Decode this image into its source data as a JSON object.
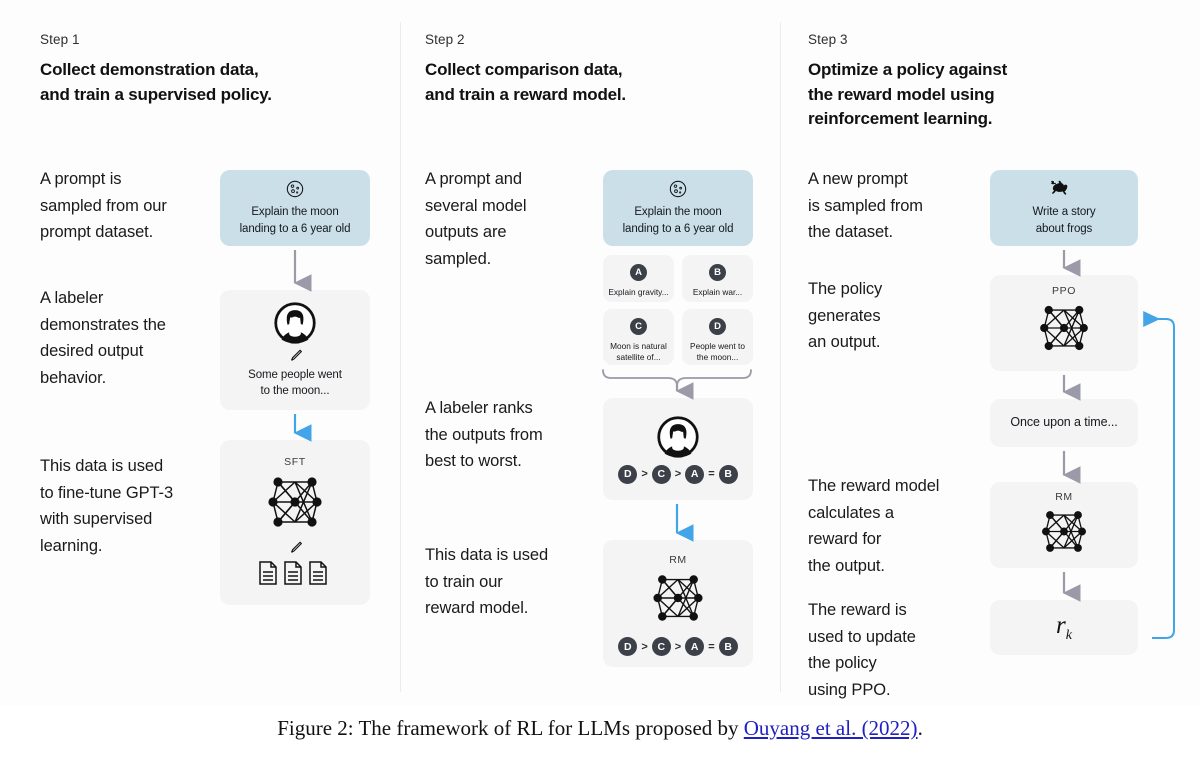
{
  "figure": {
    "caption_prefix": "Figure 2: The framework of RL for LLMs proposed by ",
    "caption_link": "Ouyang et al. (2022)",
    "caption_suffix": "."
  },
  "colors": {
    "prompt_box": "#cbdfe9",
    "node_box": "#f4f4f4",
    "gray_arrow": "#9a9aa8",
    "blue_arrow": "#42a5e8",
    "badge": "#3c4049",
    "link": "#2020c0"
  },
  "columns": [
    {
      "step_label": "Step 1",
      "title": "Collect demonstration data,\nand train a supervised policy.",
      "descriptions": [
        "A prompt is\nsampled from our\nprompt dataset.",
        "A labeler\ndemonstrates the\ndesired output\nbehavior.",
        "This data is used\nto fine-tune GPT-3\nwith supervised\nlearning."
      ],
      "nodes": [
        {
          "name": "prompt",
          "icon": "moon-icon",
          "caption": "Explain the moon\nlanding to a 6 year old"
        },
        {
          "name": "labeler-output",
          "icon": "person-icon",
          "sub_icon": "pencil-icon",
          "caption": "Some people went\nto the moon..."
        },
        {
          "name": "sft-model",
          "icon": "neural-net-icon",
          "label": "SFT",
          "sub_icon": "pencil-icon",
          "extra_icon": "documents-icon"
        }
      ]
    },
    {
      "step_label": "Step 2",
      "title": "Collect comparison data,\nand train a reward model.",
      "descriptions": [
        "A prompt and\nseveral model\noutputs are\nsampled.",
        "A labeler ranks\nthe outputs from\nbest to worst.",
        "This data is used\nto train our\nreward model."
      ],
      "nodes": [
        {
          "name": "prompt",
          "icon": "moon-icon",
          "caption": "Explain the moon\nlanding to a 6 year old"
        },
        {
          "name": "ranking",
          "icon": "person-icon",
          "ranking": [
            "D",
            ">",
            "C",
            ">",
            "A",
            "=",
            "B"
          ]
        },
        {
          "name": "reward-model",
          "icon": "neural-net-icon",
          "label": "RM",
          "ranking": [
            "D",
            ">",
            "C",
            ">",
            "A",
            "=",
            "B"
          ]
        }
      ],
      "output_cards": [
        {
          "badge": "A",
          "caption": "Explain gravity..."
        },
        {
          "badge": "B",
          "caption": "Explain war..."
        },
        {
          "badge": "C",
          "caption": "Moon is natural\nsatellite of..."
        },
        {
          "badge": "D",
          "caption": "People went to\nthe moon..."
        }
      ]
    },
    {
      "step_label": "Step 3",
      "title": "Optimize a policy against\nthe reward model using\nreinforcement learning.",
      "descriptions": [
        "A new prompt\nis sampled from\nthe dataset.",
        "The policy\ngenerates\nan output.",
        "The reward model\ncalculates a\nreward for\nthe output.",
        "The reward is\nused to update\nthe policy\nusing PPO."
      ],
      "nodes": [
        {
          "name": "prompt",
          "icon": "frog-icon",
          "caption": "Write a story\nabout frogs"
        },
        {
          "name": "ppo-policy",
          "icon": "neural-net-icon",
          "label": "PPO"
        },
        {
          "name": "generated-output",
          "caption": "Once upon a time..."
        },
        {
          "name": "reward-model",
          "icon": "neural-net-icon",
          "label": "RM"
        },
        {
          "name": "reward-value",
          "reward_symbol": "r",
          "reward_subscript": "k"
        }
      ]
    }
  ]
}
